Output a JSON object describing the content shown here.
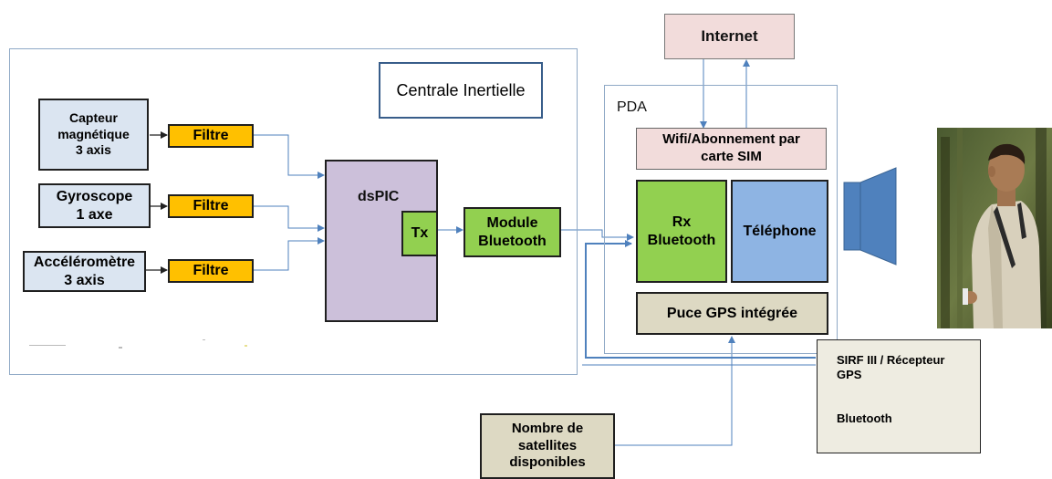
{
  "centrale_label": "Centrale Inertielle",
  "pda_label": "PDA",
  "internet": "Internet",
  "sensors": [
    {
      "label": "Capteur\nmagnétique\n3 axis"
    },
    {
      "label": "Gyroscope\n1 axe"
    },
    {
      "label": "Accéléromètre\n3 axis"
    }
  ],
  "filter_label": "Filtre",
  "dspic": "dsPIC",
  "tx": "Tx",
  "module_bt": "Module\nBluetooth",
  "wifi": "Wifi/Abonnement par\ncarte SIM",
  "rx_bt": "Rx\nBluetooth",
  "telephone": "Téléphone",
  "gps_chip": "Puce GPS intégrée",
  "sirf_line1": "SIRF III / Récepteur\nGPS",
  "sirf_line2": "Bluetooth",
  "satellites": "Nombre de\nsatellites\ndisponibles",
  "colors": {
    "sensor_fill": "#dbe5f1",
    "filter_fill": "#ffc000",
    "dspic_fill": "#ccc0da",
    "green_fill": "#92d050",
    "pink_fill": "#f2dcdb",
    "tan_fill": "#ddd9c3",
    "phone_fill": "#8eb4e3",
    "speaker_fill": "#4f81bd",
    "line": "#4f81bd"
  }
}
